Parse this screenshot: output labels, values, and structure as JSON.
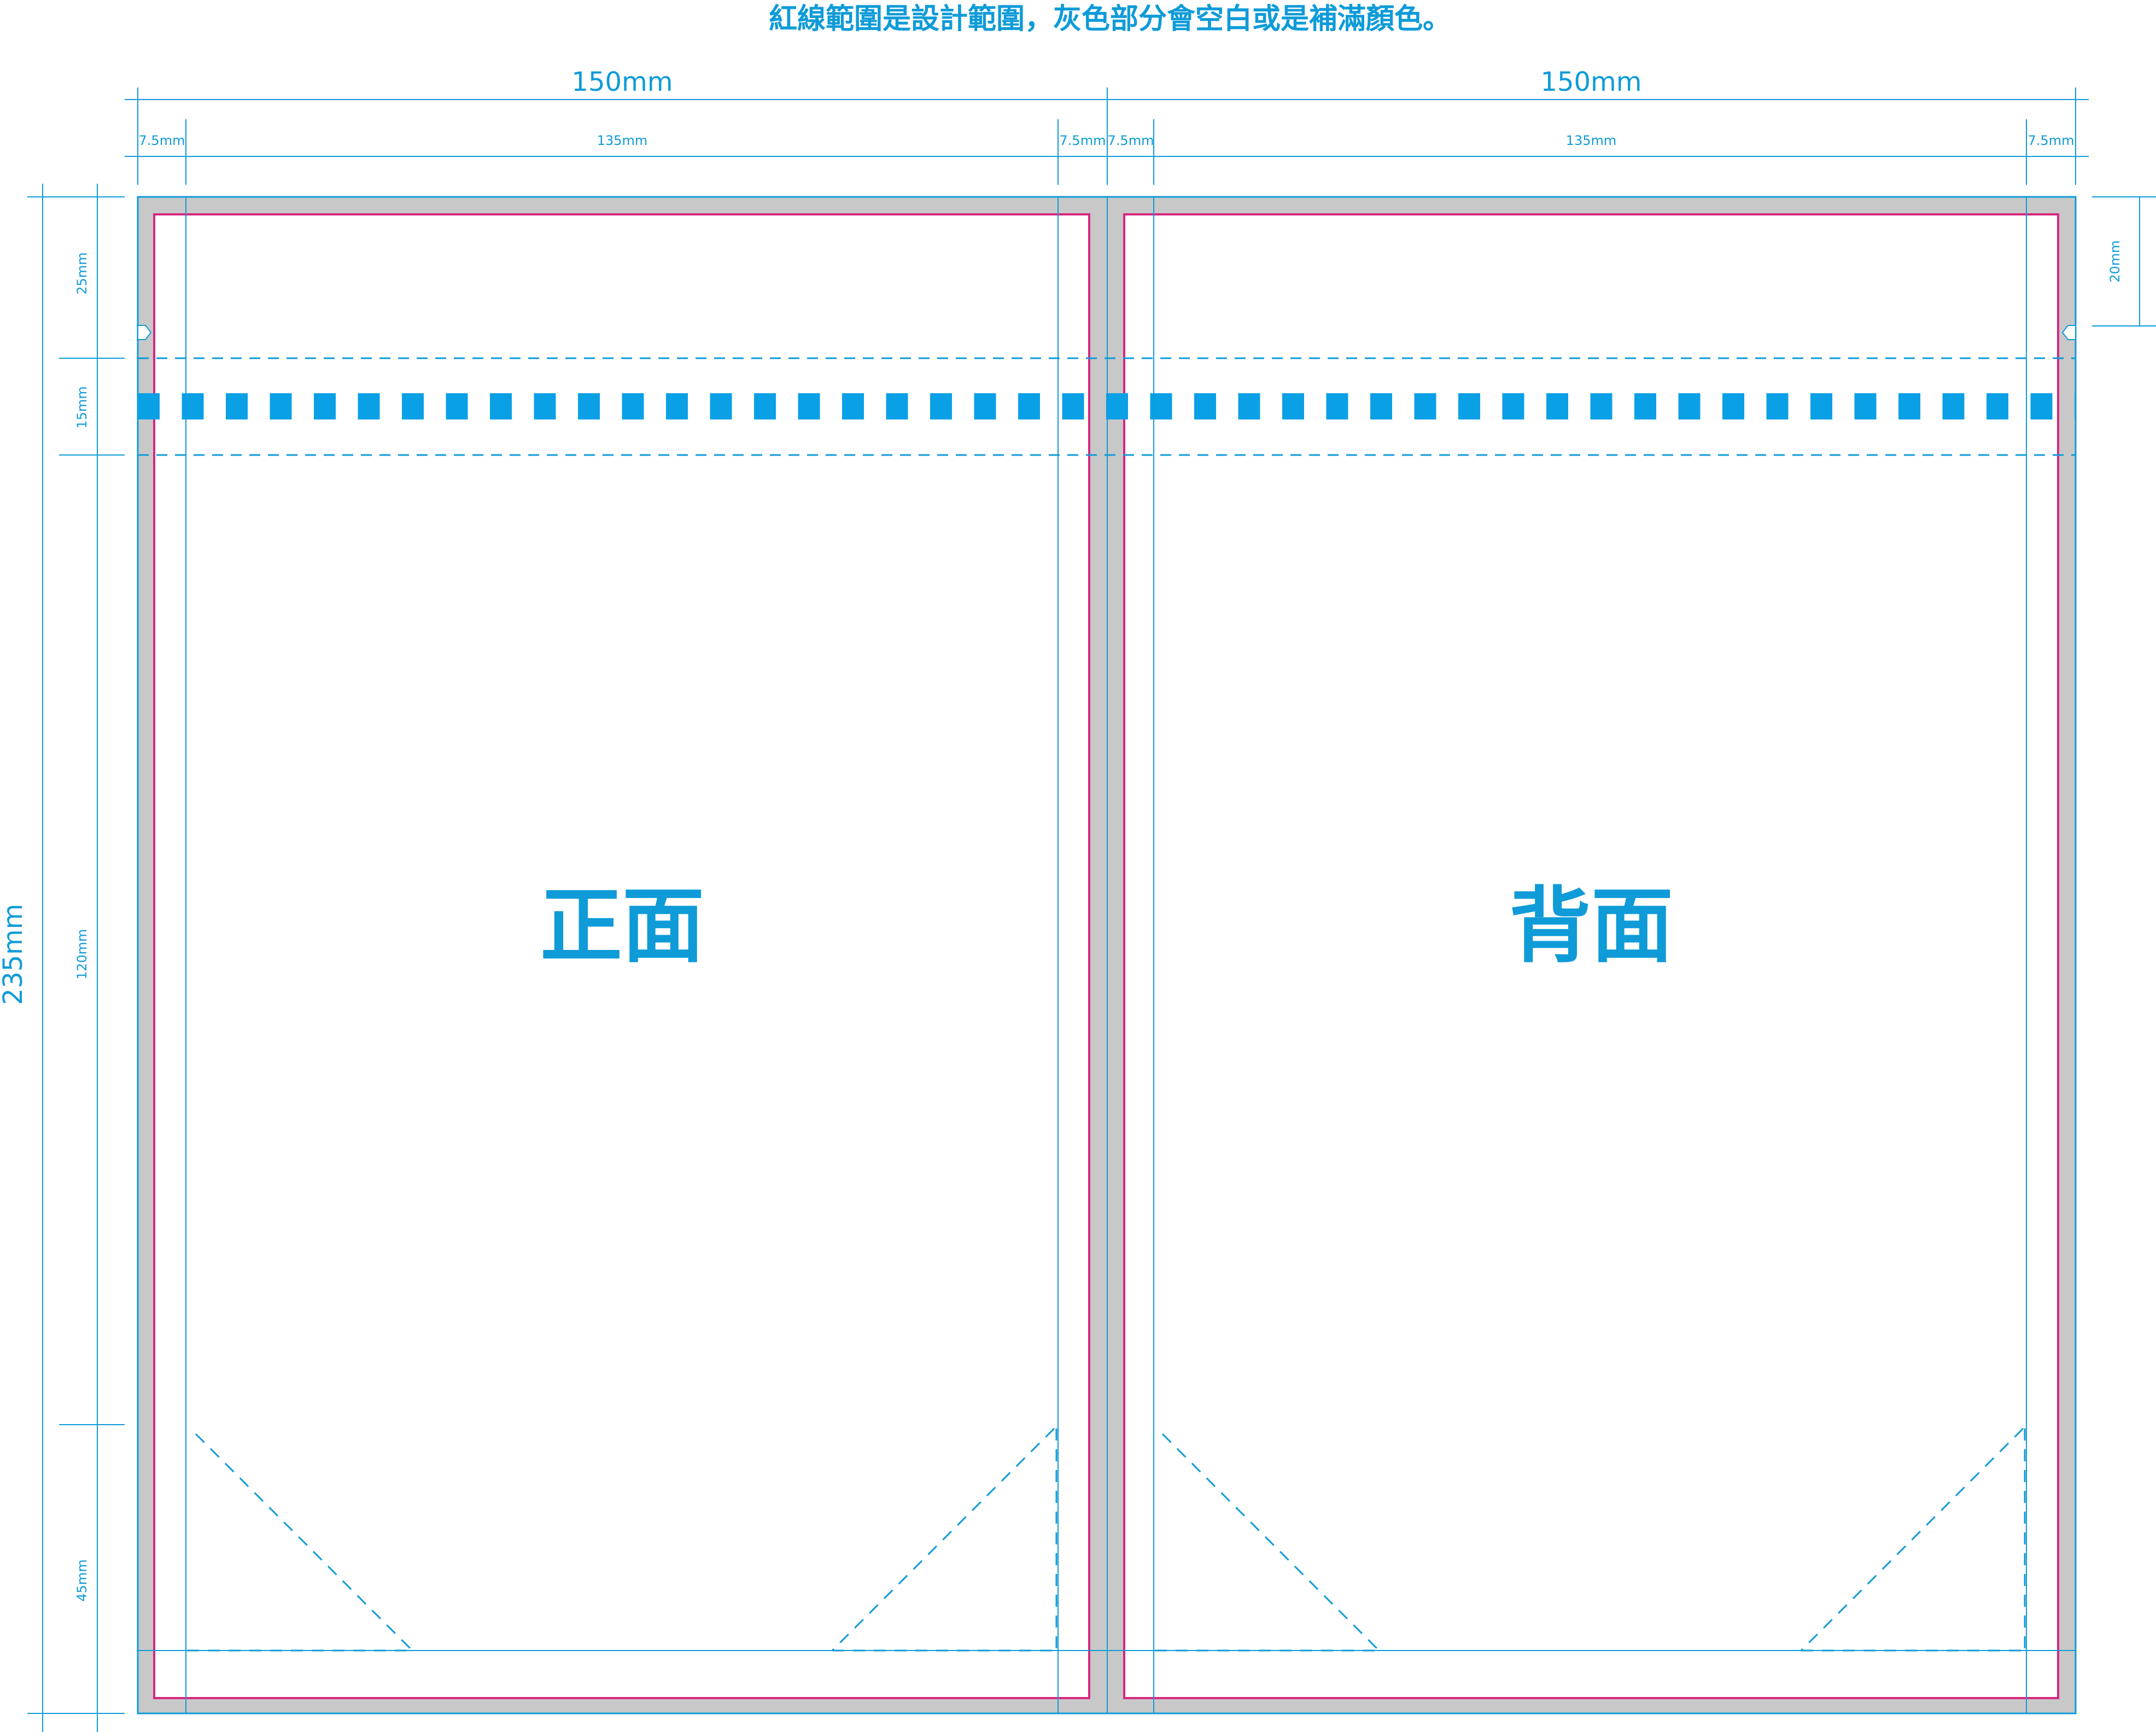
{
  "colors": {
    "accent": "#0e9bd8",
    "bleed_gray": "#c8c8c8",
    "safe_line": "#d6287f",
    "perforation": "#0aa0e6",
    "paper": "#ffffff"
  },
  "note": "紅線範圍是設計範圍，灰色部分會空白或是補滿顏色。",
  "widths": {
    "left_total": "150mm",
    "right_total": "150mm",
    "left_segments": [
      "7.5mm",
      "135mm",
      "7.5mm"
    ],
    "right_segments": [
      "7.5mm",
      "135mm",
      "7.5mm"
    ]
  },
  "heights": {
    "total": "235mm",
    "segments": [
      "25mm",
      "15mm",
      "120mm",
      "45mm"
    ],
    "right_side": "20mm"
  },
  "panels": {
    "front": "正面",
    "back": "背面"
  }
}
